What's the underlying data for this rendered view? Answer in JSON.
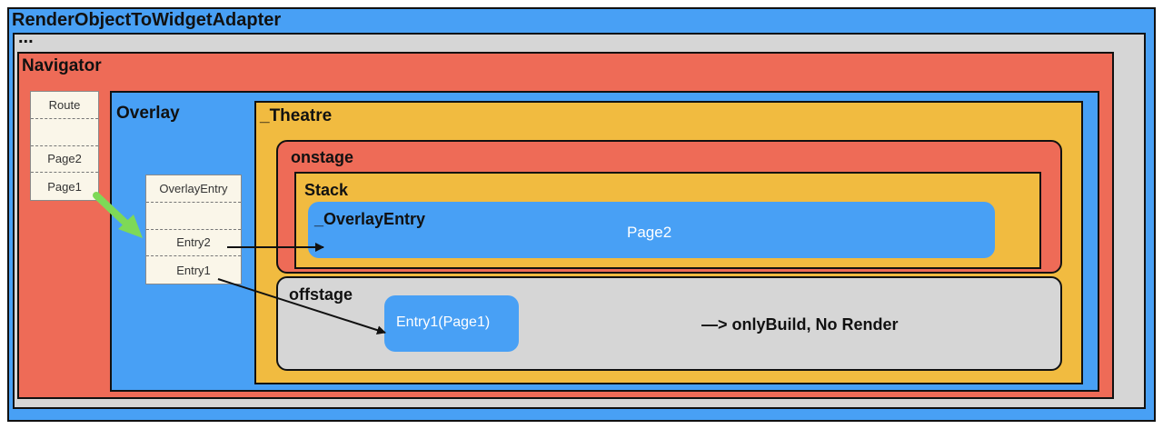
{
  "diagram": {
    "render_adapter": {
      "label": "RenderObjectToWidgetAdapter"
    },
    "ellipsis": {
      "label": "..."
    },
    "navigator": {
      "label": "Navigator"
    },
    "route_stack": {
      "rows": [
        "Route",
        "",
        "Page2",
        "Page1"
      ]
    },
    "overlay": {
      "label": "Overlay"
    },
    "overlay_entries": {
      "rows": [
        "OverlayEntry",
        "",
        "Entry2",
        "Entry1"
      ]
    },
    "theatre": {
      "label": "_Theatre"
    },
    "onstage": {
      "label": "onstage"
    },
    "stack": {
      "label": "Stack"
    },
    "overlay_entry_box": {
      "label": "_OverlayEntry",
      "content": "Page2"
    },
    "offstage": {
      "label": "offstage",
      "entry_label": "Entry1(Page1)",
      "note": "—>  onlyBuild,  No Render"
    }
  },
  "colors": {
    "blue": "#48a0f5",
    "gray": "#d6d6d6",
    "red": "#ee6b57",
    "yellow": "#f1bb40",
    "green_arrow": "#7ed957"
  }
}
